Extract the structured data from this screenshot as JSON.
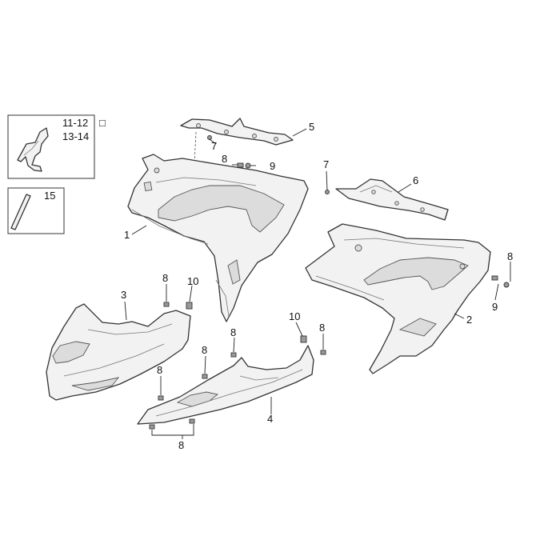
{
  "legend": {
    "box1": {
      "line1": "11-12",
      "line2": "13-14",
      "marker": "□"
    },
    "box2": {
      "label": "15"
    }
  },
  "callouts": {
    "c1": "1",
    "c2": "2",
    "c3": "3",
    "c4": "4",
    "c5": "5",
    "c6": "6",
    "c7a": "7",
    "c7b": "7",
    "c8a": "8",
    "c8b": "8",
    "c8c": "8",
    "c8d": "8",
    "c8e": "8",
    "c8f": "8",
    "c8g": "8",
    "c8h": "8",
    "c9a": "9",
    "c9b": "9",
    "c10a": "10",
    "c10b": "10"
  },
  "colors": {
    "line": "#333333",
    "fill": "#f2f2f2",
    "background": "#ffffff"
  }
}
